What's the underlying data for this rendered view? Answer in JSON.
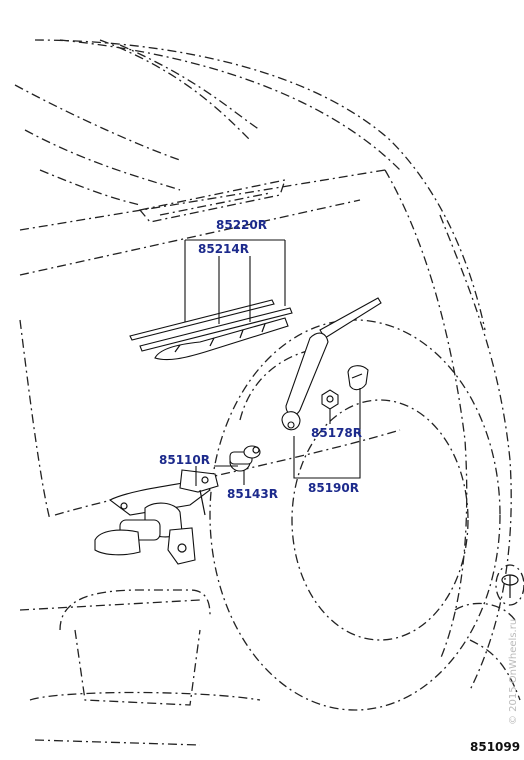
{
  "callouts": {
    "blade_assembly": "85220R",
    "blade_insert": "85214R",
    "wiper_motor": "85110R",
    "pivot_seal": "85143R",
    "arm_nut": "85178R",
    "arm_assembly": "85190R"
  },
  "diagram_code": "851099",
  "watermark": "© 2015 OnWheels.ru",
  "colors": {
    "callout_text": "#1c2a8c",
    "linework": "#111111"
  },
  "icons": [
    "brand-emblem-icon"
  ]
}
